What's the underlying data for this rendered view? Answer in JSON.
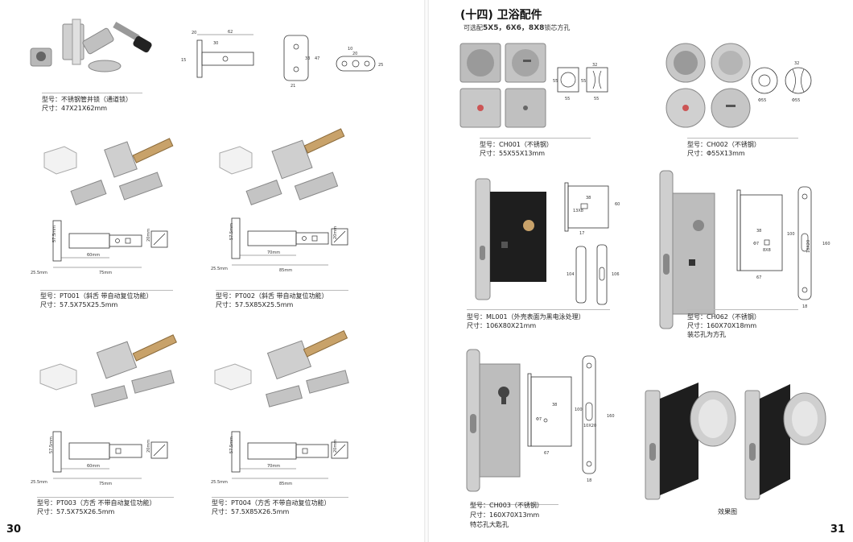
{
  "pages": {
    "left_number": "30",
    "right_number": "31"
  },
  "section": {
    "title": "(十四) 卫浴配件",
    "subtitle_prefix": "可选配",
    "subtitle_bold": "5X5，6X6，8X8",
    "subtitle_suffix": "锁芯方孔"
  },
  "products": {
    "pipe_lock": {
      "model": "型号：不锈钢管井锁（通道锁）",
      "size": "尺寸：47X21X62mm",
      "dims": [
        "20",
        "62",
        "30",
        "15",
        "33",
        "47",
        "21",
        "10",
        "20",
        "25"
      ]
    },
    "pt001": {
      "model": "型号：PT001（斜舌 带自动复位功能）",
      "size": "尺寸：57.5X75X25.5mm",
      "dims": [
        "57.5mm",
        "60mm",
        "75mm",
        "20mm",
        "25.5mm"
      ]
    },
    "pt002": {
      "model": "型号：PT002（斜舌 带自动复位功能）",
      "size": "尺寸：57.5X85X25.5mm",
      "dims": [
        "57.5mm",
        "70mm",
        "85mm",
        "20mm",
        "25.5mm"
      ]
    },
    "pt003": {
      "model": "型号：PT003（方舌 不带自动复位功能）",
      "size": "尺寸：57.5X75X26.5mm",
      "dims": [
        "57.5mm",
        "60mm",
        "75mm",
        "20mm",
        "25.5mm"
      ]
    },
    "pt004": {
      "model": "型号：PT004（方舌 不带自动复位功能）",
      "size": "尺寸：57.5X85X26.5mm",
      "dims": [
        "57.5mm",
        "70mm",
        "85mm",
        "20mm",
        "25.5mm"
      ]
    },
    "ch001": {
      "model": "型号：CH001（不锈钢）",
      "size": "尺寸：55X55X13mm",
      "dims": [
        "32",
        "55",
        "55",
        "55",
        "55"
      ]
    },
    "ch002": {
      "model": "型号：CH002（不锈钢）",
      "size": "尺寸：Φ55X13mm",
      "dims": [
        "32",
        "Φ55",
        "Φ55"
      ]
    },
    "ml001": {
      "model": "型号：ML001（外壳表面为黑电泳处理）",
      "size": "尺寸：106X80X21mm",
      "dims": [
        "38",
        "13X8",
        "60",
        "17",
        "104",
        "106"
      ]
    },
    "ch062": {
      "model": "型号：CH062（不锈钢）",
      "size": "尺寸：160X70X18mm",
      "note": "装芯孔为方孔",
      "dims": [
        "38",
        "Φ7",
        "8X8",
        "100",
        "67",
        "10X20",
        "160",
        "18"
      ]
    },
    "ch003": {
      "model": "型号：CH003（不锈钢）",
      "size": "尺寸：160X70X13mm",
      "note": "特芯孔大匙孔",
      "dims": [
        "38",
        "Φ7",
        "100",
        "67",
        "10X20",
        "160",
        "18"
      ]
    },
    "effect": {
      "caption": "效果图"
    }
  },
  "colors": {
    "steel": "#c8c8c8",
    "steel_dark": "#8a8a8a",
    "black": "#1e1e1e",
    "brass": "#c8a26a",
    "white_plastic": "#f4f4f4"
  }
}
